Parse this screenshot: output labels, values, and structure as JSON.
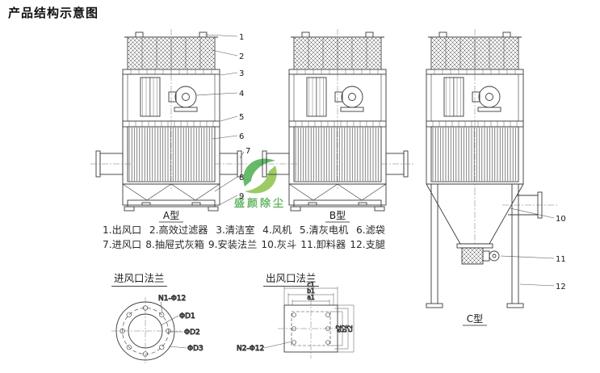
{
  "title": "产品结构示意图",
  "types": {
    "a": "A型",
    "b": "B型",
    "c": "C型"
  },
  "callouts": [
    "1",
    "2",
    "3",
    "4",
    "5",
    "6",
    "7",
    "8",
    "9",
    "10",
    "11",
    "12"
  ],
  "legend": {
    "items": [
      "1.出风口",
      "2.高效过滤器",
      "3.清洁室",
      "4.风机",
      "5.清灰电机",
      "6.滤袋",
      "7.进风口",
      "8.抽屉式灰箱",
      "9.安装法兰",
      "10.灰斗",
      "11.卸料器",
      "12.支腿"
    ]
  },
  "inlet_flange": {
    "title": "进风口法兰",
    "labels": {
      "bolts": "N1-Φ12",
      "d1": "ΦD1",
      "d2": "ΦD2",
      "d3": "ΦD3"
    }
  },
  "outlet_flange": {
    "title": "出风口法兰",
    "labels": {
      "bolts": "N2-Φ12",
      "c1": "c1",
      "b1": "b1",
      "a1": "a1",
      "a2": "a2",
      "b2": "b2",
      "c2": "c2"
    }
  },
  "watermark": {
    "text": "盛颜除尘",
    "color": "#3aa03a",
    "accent": "#8bc34a"
  },
  "colors": {
    "line": "#3a3a3a",
    "text": "#161616"
  }
}
